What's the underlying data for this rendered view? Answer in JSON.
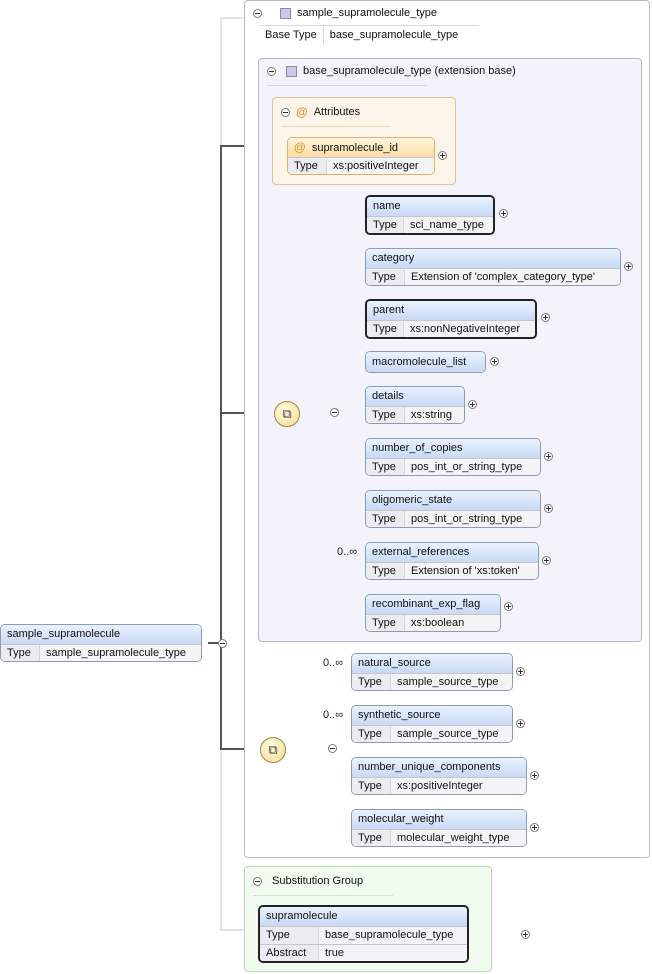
{
  "root": {
    "name": "sample_supramolecule",
    "type_key": "Type",
    "type_value": "sample_supramolecule_type"
  },
  "complex_type": {
    "name": "sample_supramolecule_type",
    "base_key": "Base Type",
    "base_value": "base_supramolecule_type"
  },
  "extension": {
    "title": "base_supramolecule_type (extension base)",
    "attributes_title": "Attributes",
    "attribute": {
      "name": "supramolecule_id",
      "type_key": "Type",
      "type_value": "xs:positiveInteger"
    },
    "elements": [
      {
        "name": "name",
        "type_key": "Type",
        "type_value": "sci_name_type",
        "occurs": ""
      },
      {
        "name": "category",
        "type_key": "Type",
        "type_value": "Extension of 'complex_category_type'",
        "occurs": ""
      },
      {
        "name": "parent",
        "type_key": "Type",
        "type_value": "xs:nonNegativeInteger",
        "occurs": ""
      },
      {
        "name": "macromolecule_list",
        "type_key": "",
        "type_value": "",
        "occurs": ""
      },
      {
        "name": "details",
        "type_key": "Type",
        "type_value": "xs:string",
        "occurs": ""
      },
      {
        "name": "number_of_copies",
        "type_key": "Type",
        "type_value": "pos_int_or_string_type",
        "occurs": ""
      },
      {
        "name": "oligomeric_state",
        "type_key": "Type",
        "type_value": "pos_int_or_string_type",
        "occurs": ""
      },
      {
        "name": "external_references",
        "type_key": "Type",
        "type_value": "Extension of 'xs:token'",
        "occurs": "0..∞"
      },
      {
        "name": "recombinant_exp_flag",
        "type_key": "Type",
        "type_value": "xs:boolean",
        "occurs": ""
      }
    ]
  },
  "sequence2": [
    {
      "name": "natural_source",
      "type_key": "Type",
      "type_value": "sample_source_type",
      "occurs": "0..∞"
    },
    {
      "name": "synthetic_source",
      "type_key": "Type",
      "type_value": "sample_source_type",
      "occurs": "0..∞"
    },
    {
      "name": "number_unique_components",
      "type_key": "Type",
      "type_value": "xs:positiveInteger",
      "occurs": ""
    },
    {
      "name": "molecular_weight",
      "type_key": "Type",
      "type_value": "molecular_weight_type",
      "occurs": ""
    }
  ],
  "substitution": {
    "title": "Substitution Group",
    "name": "supramolecule",
    "type_key": "Type",
    "type_value": "base_supramolecule_type",
    "abstract_key": "Abstract",
    "abstract_value": "true"
  }
}
